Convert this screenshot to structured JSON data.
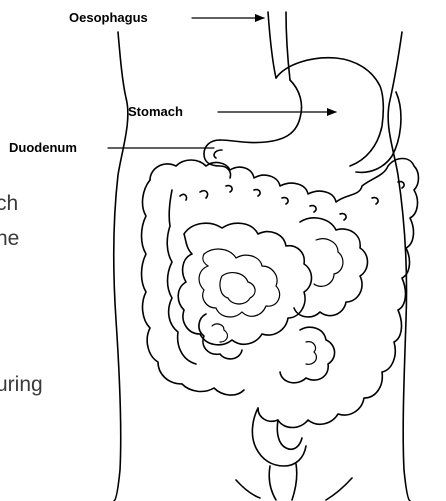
{
  "labels": {
    "oesophagus": "Oesophagus",
    "stomach": "Stomach",
    "duodenum": "Duodenum"
  },
  "side_text": {
    "line1": "ch",
    "line2": "ne",
    "line3": "uring"
  }
}
